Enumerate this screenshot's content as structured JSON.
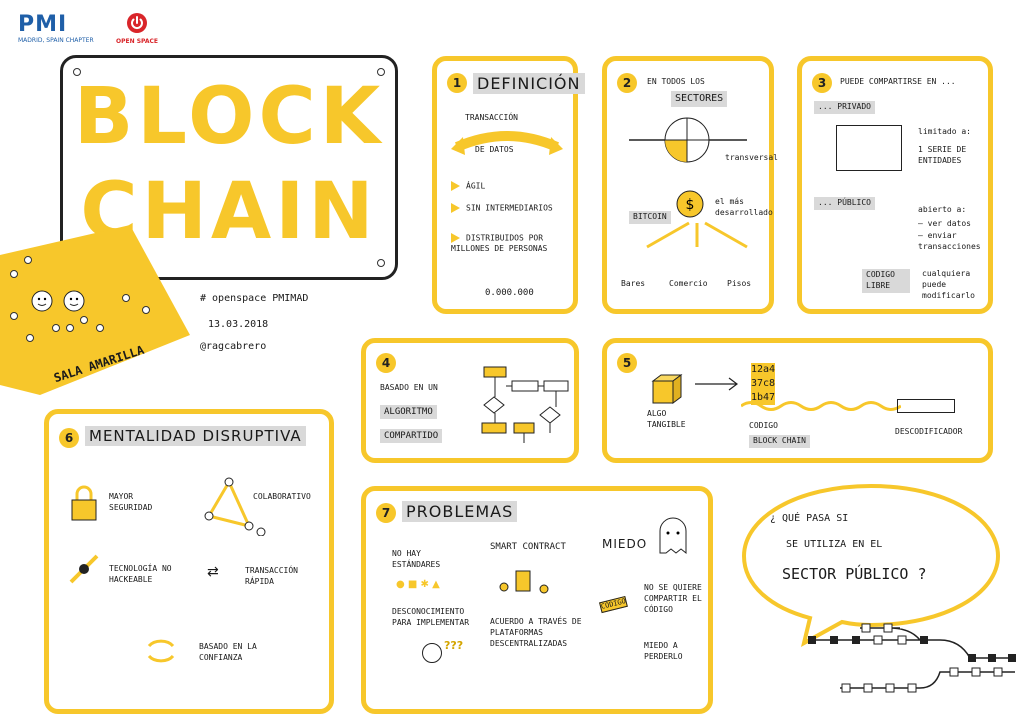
{
  "header": {
    "pmi_logo": "PMI",
    "pmi_chapter": "MADRID, SPAIN CHAPTER",
    "openspace": "OPEN SPACE",
    "title_line1": "BLOCK",
    "title_line2": "CHAIN"
  },
  "room": {
    "label": "SALA AMARILLA"
  },
  "event": {
    "hashtag": "# openspace PMIMAD",
    "date": "13.03.2018",
    "handle": "@ragcabrero"
  },
  "s1": {
    "number": "1",
    "title": "DEFINICIÓN",
    "arc_top": "TRANSACCIÓN",
    "arc_bottom": "DE DATOS",
    "items": [
      "ÁGIL",
      "SIN INTERMEDIARIOS",
      "DISTRIBUIDOS POR MILLONES DE PERSONAS"
    ],
    "count": "0.000.000"
  },
  "s2": {
    "number": "2",
    "intro": "EN TODOS LOS",
    "title": "SECTORES",
    "transversal": "transversal",
    "bitcoin": "BITCOIN",
    "desc": "el más desarrollado",
    "labels": [
      "Bares",
      "Comercio",
      "Pisos"
    ]
  },
  "s3": {
    "number": "3",
    "intro": "PUEDE COMPARTIRSE EN ...",
    "privado": "... PRIVADO",
    "limitado": "limitado a:",
    "limitado_desc": "1 SERIE DE ENTIDADES",
    "publico": "... PÚBLICO",
    "abierto": "abierto a:",
    "abierto_items": [
      "— ver datos",
      "— enviar transacciones"
    ],
    "codigo": "CODIGO LIBRE",
    "cualquiera": "cualquiera puede modificarlo"
  },
  "s4": {
    "number": "4",
    "line1": "BASADO EN UN",
    "line2": "ALGORITMO",
    "line3": "COMPARTIDO"
  },
  "s5": {
    "number": "5",
    "algo": "ALGO TANGIBLE",
    "code": [
      "12a4",
      "37c8",
      "1b47"
    ],
    "codigo": "CODIGO",
    "codigo2": "BLOCK CHAIN",
    "decod": "DESCODIFICADOR"
  },
  "s6": {
    "number": "6",
    "title": "MENTALIDAD DISRUPTIVA",
    "items": [
      "MAYOR SEGURIDAD",
      "COLABORATIVO",
      "TECNOLOGÍA NO HACKEABLE",
      "TRANSACCIÓN RÁPIDA",
      "BASADO EN LA CONFIANZA"
    ]
  },
  "s7": {
    "number": "7",
    "title": "PROBLEMAS",
    "col1": [
      "NO HAY ESTÁNDARES",
      "DESCONOCIMIENTO PARA IMPLEMENTAR"
    ],
    "smart": "SMART CONTRACT",
    "acuerdo": "ACUERDO A TRAVÉS DE PLATAFORMAS DESCENTRALIZADAS",
    "miedo": "MIEDO",
    "miedo_desc": "NO SE QUIERE COMPARTIR EL CÓDIGO",
    "perderlo": "MIEDO A PERDERLO",
    "sign": "CÓDIGO",
    "q": "???"
  },
  "bubble": {
    "line1": "¿ QUÉ PASA SI",
    "line2": "SE UTILIZA EN EL",
    "line3": "SECTOR PÚBLICO ?"
  },
  "colors": {
    "accent": "#f7c72b",
    "blue": "#1f5fa8",
    "red": "#d9252a",
    "gray": "#d9d9d9"
  }
}
